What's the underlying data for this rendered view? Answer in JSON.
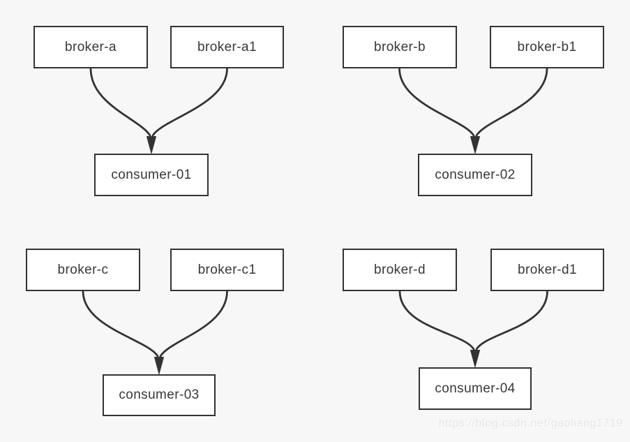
{
  "diagram": {
    "groups": [
      {
        "brokers": [
          "broker-a",
          "broker-a1"
        ],
        "consumer": "consumer-01"
      },
      {
        "brokers": [
          "broker-b",
          "broker-b1"
        ],
        "consumer": "consumer-02"
      },
      {
        "brokers": [
          "broker-c",
          "broker-c1"
        ],
        "consumer": "consumer-03"
      },
      {
        "brokers": [
          "broker-d",
          "broker-d1"
        ],
        "consumer": "consumer-04"
      }
    ],
    "edges": [
      {
        "from": "broker-a",
        "to": "consumer-01"
      },
      {
        "from": "broker-a1",
        "to": "consumer-01"
      },
      {
        "from": "broker-b",
        "to": "consumer-02"
      },
      {
        "from": "broker-b1",
        "to": "consumer-02"
      },
      {
        "from": "broker-c",
        "to": "consumer-03"
      },
      {
        "from": "broker-c1",
        "to": "consumer-03"
      },
      {
        "from": "broker-d",
        "to": "consumer-04"
      },
      {
        "from": "broker-d1",
        "to": "consumer-04"
      }
    ]
  },
  "watermark": {
    "text": "https://blog.csdn.net/gaoliang1719"
  },
  "colors": {
    "background": "#f7f7f7",
    "node_fill": "#ffffff",
    "line": "#333333",
    "label": "#383838",
    "watermark": "#e4e5e6"
  }
}
